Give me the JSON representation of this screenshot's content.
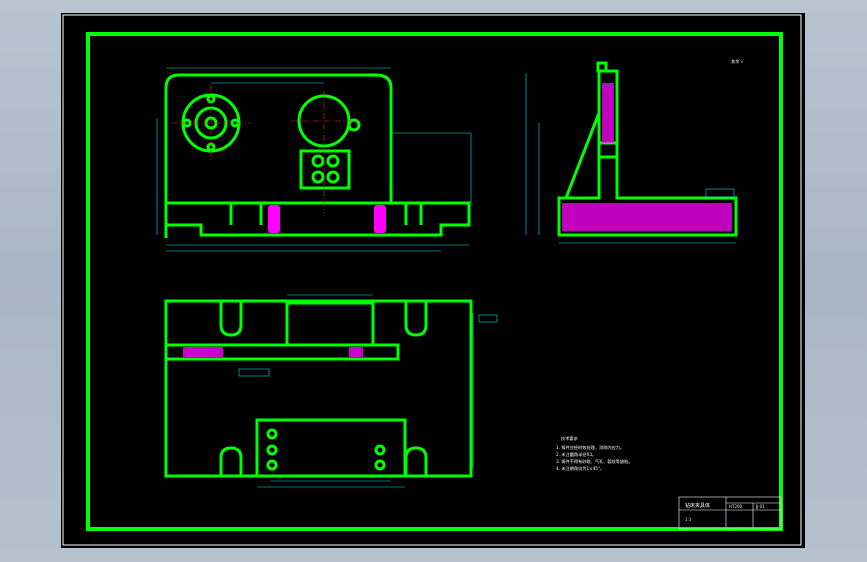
{
  "colors": {
    "background": "#000000",
    "outline": "#00ff00",
    "dimension": "#00e5e5",
    "hatch": "#ff00ff",
    "center_line": "#ff2020",
    "text": "#ffffff"
  },
  "roughness_symbol": "其余 √",
  "technical_requirements": {
    "title": "技术要求",
    "items": [
      "1. 铸件应经时效处理，消除内应力。",
      "2. 未注圆角半径R3。",
      "3. 铸件不得有砂眼、气孔、裂纹等缺陷。",
      "4. 未注倒角均为1×45°。"
    ]
  },
  "title_block": {
    "part_name": "钻床夹具体",
    "material": "HT200",
    "scale": "1:1",
    "drawing_no": "JJ-01"
  }
}
